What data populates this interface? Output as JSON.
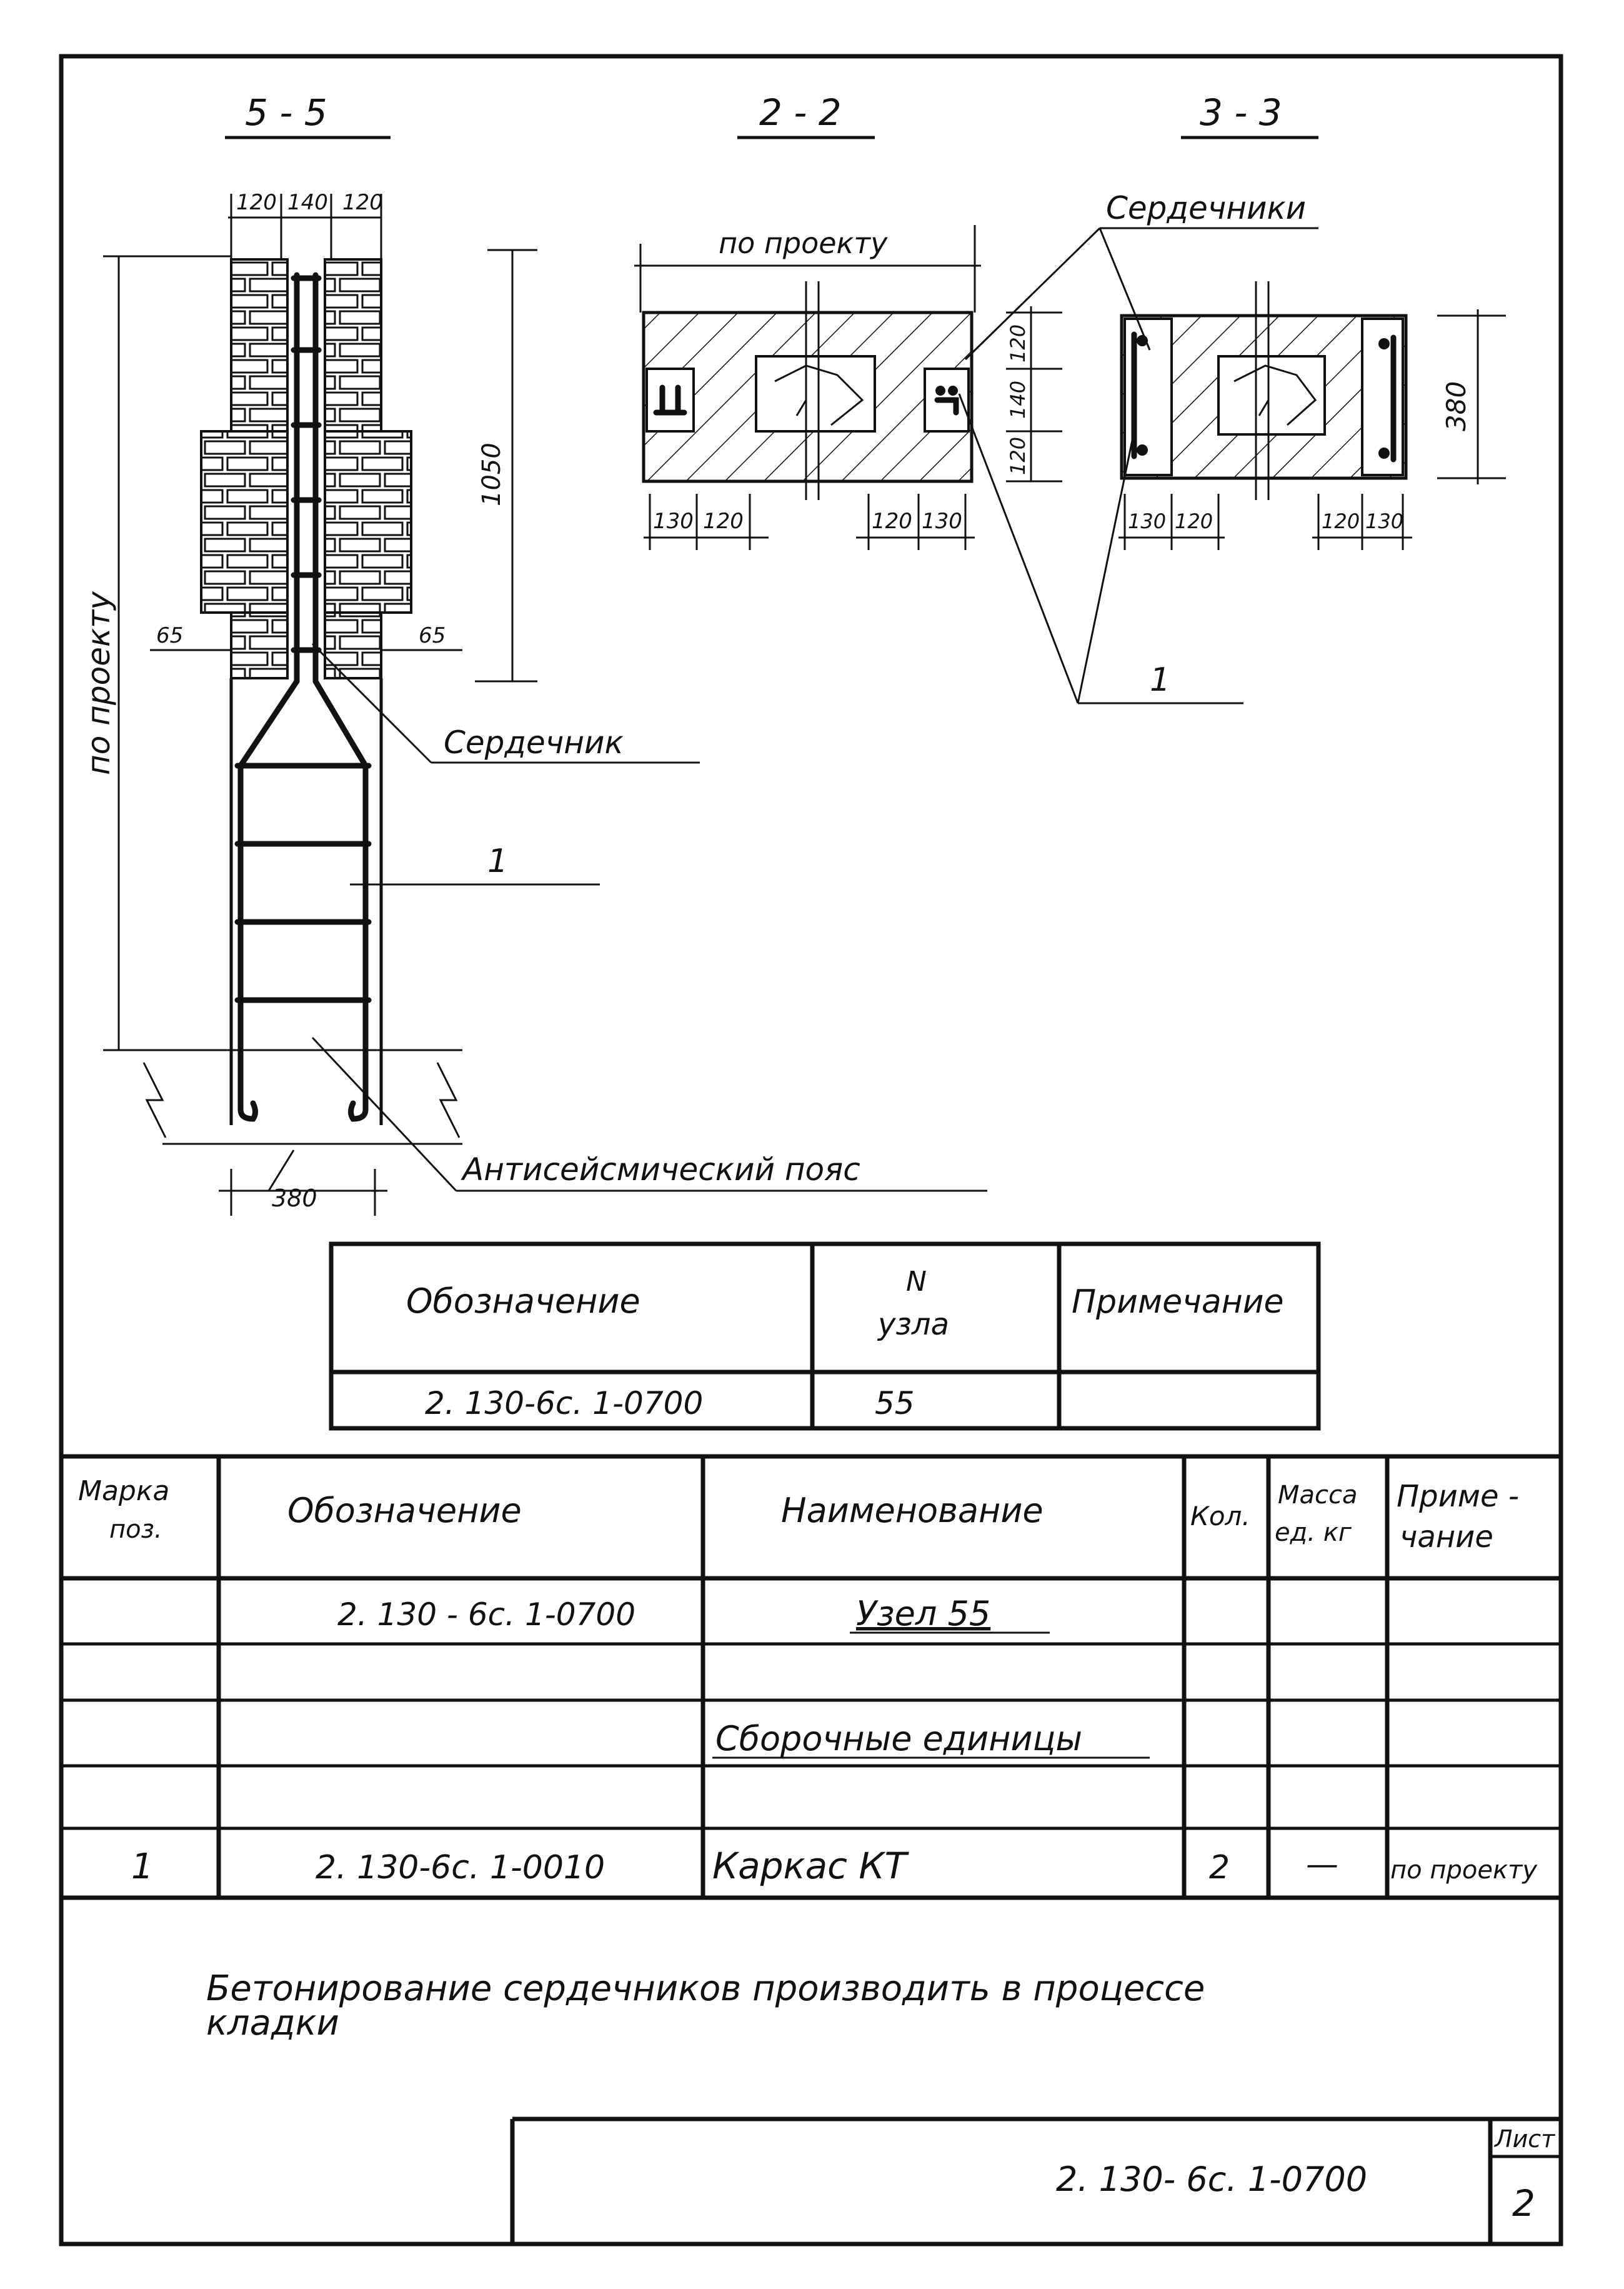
{
  "sections": {
    "s55": "5 - 5",
    "s22": "2 - 2",
    "s33": "3 - 3"
  },
  "dims": {
    "d120a": "120",
    "d140": "140",
    "d120b": "120",
    "d1050": "1050",
    "d65l": "65",
    "d65r": "65",
    "d380_bottom": "380",
    "po_proektu_vertical": "по проекту",
    "po_proektu_22": "по проекту",
    "d22_130l": "130",
    "d22_120l": "120",
    "d22_120r": "120",
    "d22_130r": "130",
    "d22_v120a": "120",
    "d22_v140": "140",
    "d22_v120b": "120",
    "d33_130l": "130",
    "d33_120l": "120",
    "d33_120r": "120",
    "d33_130r": "130",
    "d33_380": "380"
  },
  "callouts": {
    "serdechnik": "Сердечник",
    "serdechniki": "Сердечники",
    "pos1_55": "1",
    "pos1_33": "1",
    "antiseismic_belt": "Антисейсмический пояс"
  },
  "node_table": {
    "headers": [
      "Обозначение",
      "N",
      "узла",
      "Примечание"
    ],
    "row": [
      "2. 130-6с. 1-0700",
      "55",
      ""
    ]
  },
  "spec_table": {
    "headers": {
      "mark": [
        "Марка",
        "поз."
      ],
      "designation": "Обозначение",
      "name": "Наименование",
      "qty": "Кол.",
      "mass": [
        "Масса",
        "ед. кг"
      ],
      "note": [
        "Приме -",
        "чание"
      ]
    },
    "rows": [
      {
        "mark": "",
        "designation": "2. 130 - 6с. 1-0700",
        "name": "Узел 55",
        "qty": "",
        "mass": "",
        "note": ""
      },
      {
        "mark": "",
        "designation": "",
        "name": "",
        "qty": "",
        "mass": "",
        "note": ""
      },
      {
        "mark": "",
        "designation": "",
        "name": "Сборочные единицы",
        "qty": "",
        "mass": "",
        "note": ""
      },
      {
        "mark": "",
        "designation": "",
        "name": "",
        "qty": "",
        "mass": "",
        "note": ""
      },
      {
        "mark": "1",
        "designation": "2. 130-6с. 1-0010",
        "name": "Каркас КТ",
        "qty": "2",
        "mass": "—",
        "note": "по проекту"
      }
    ]
  },
  "notes": {
    "line1": "Бетонирование сердечников производить в процессе",
    "line2": "кладки"
  },
  "title_block": {
    "code": "2. 130- 6с. 1-0700",
    "sheet_label": "Лист",
    "sheet_number": "2"
  }
}
